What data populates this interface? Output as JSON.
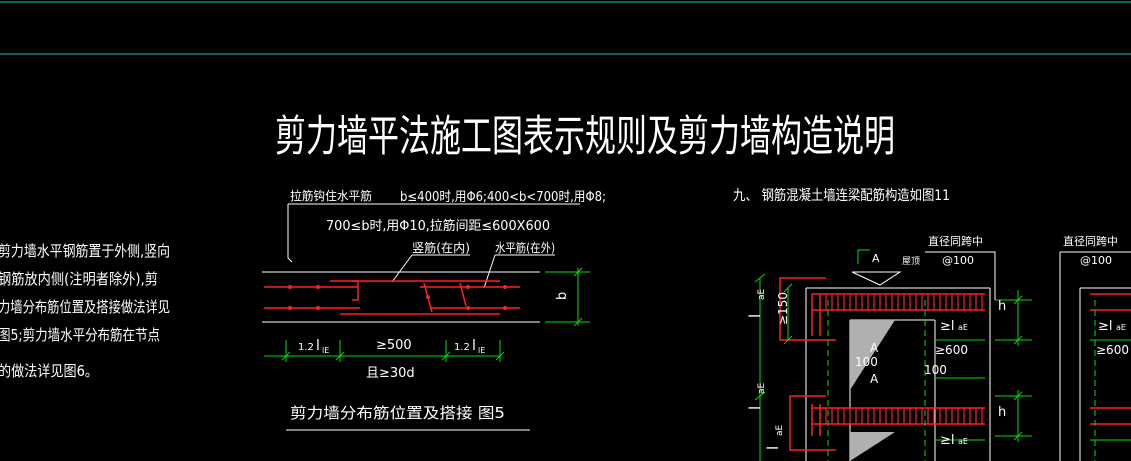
{
  "title": "剪力墙平法施工图表示规则及剪力墙构造说明",
  "left_notes": [
    "剪力墙水平钢筋置于外侧,竖向",
    "钢筋放内侧(注明者除外),剪",
    "力墙分布筋位置及搭接做法详见",
    "图5;剪力墙水平分布筋在节点",
    "的做法详见图6。"
  ],
  "fig5": {
    "note_label": "拉筋钩住水平筋",
    "note_line1": "b≤400时,用Φ6;400<b<700时,用Φ8;",
    "note_line2": "700≤b时,用Φ10,拉筋间距≤600X600",
    "vertical_bar_label": "竖筋(在内)",
    "horizontal_bar_label": "水平筋(在外)",
    "dim_b": "b",
    "dim_12_left": "1.2",
    "dim_lle_left": "l",
    "dim_lle_left_sub": "lE",
    "dim_500": "≥500",
    "dim_12_right": "1.2",
    "dim_lle_right": "l",
    "dim_lle_right_sub": "lE",
    "dim_30d": "且≥30d",
    "caption": "剪力墙分布筋位置及搭接  图5"
  },
  "fig11": {
    "heading": "九、 钢筋混凝土墙连梁配筋构造如图11",
    "label_A_top": "A",
    "label_wuding": "屋顶",
    "label_zhijing_left": "直径同跨中",
    "label_at100_left": "@100",
    "label_zhijing_right": "直径同跨中",
    "label_at100_right": "@100",
    "label_h_top": "h",
    "label_h_bottom": "h",
    "label_lae_1": "l",
    "label_lae_1_sub": "aE",
    "label_ge150": "≥150",
    "label_ge_lae_top": "≥l",
    "label_ge_lae_top_sub": "aE",
    "label_A_mid_1": "A",
    "label_100_1": "100",
    "label_A_mid_2": "A",
    "label_ge600": "≥600",
    "label_100_2": "100",
    "label_lae_2": "l",
    "label_lae_2_sub": "aE",
    "label_ge_lae_bottom": "≥l",
    "label_ge_lae_bottom_sub": "aE",
    "label_lae_3": "l",
    "label_lae_3_sub": "aE",
    "label_ge600_right": "≥600",
    "label_ge_lae_right": "≥l",
    "label_ge_lae_right_sub": "aE"
  },
  "colors": {
    "background": "#000000",
    "text": "#ffffff",
    "frame_line": "#20c0c0",
    "dimension": "#00e000",
    "rebar": "#ff2020",
    "hatch": "#b0b0b0"
  }
}
